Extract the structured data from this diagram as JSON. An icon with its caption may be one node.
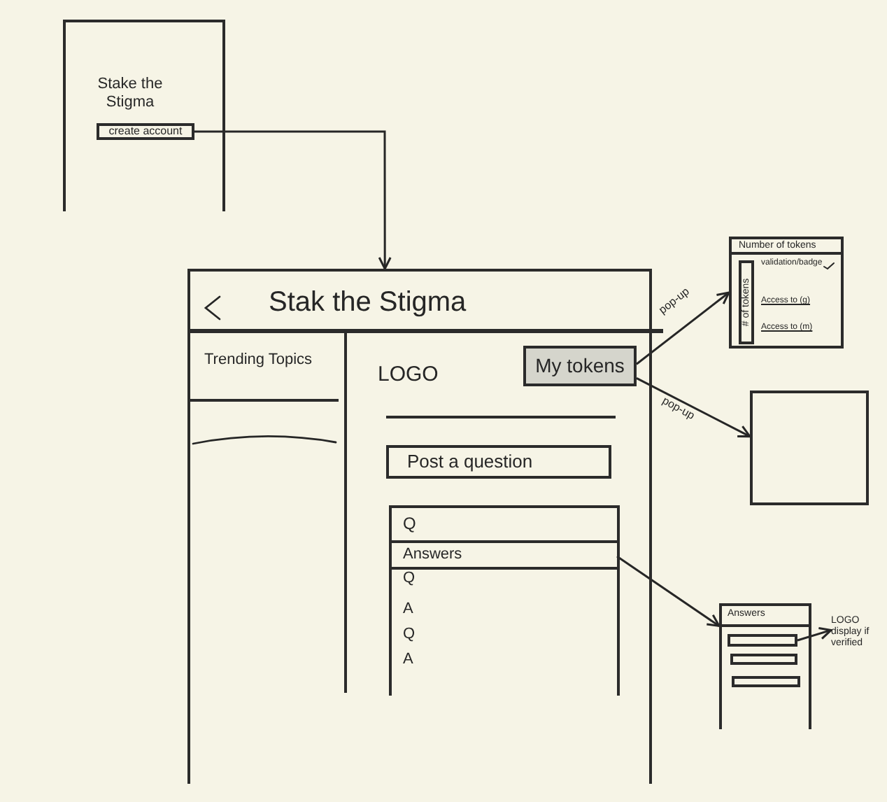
{
  "diagram": {
    "nodes": [
      {
        "text": [
          "Stake the Stigma"
        ]
      },
      {
        "text": [
          "create account"
        ],
        "in": 0
      },
      {
        "text": [
          "Stak the Stigma"
        ]
      },
      {
        "text": [
          "Trending Topics"
        ],
        "in": 2
      },
      {
        "text": [
          "My tokens"
        ],
        "in": 2
      },
      {
        "text": [
          "Post a question"
        ],
        "in": 2
      },
      {
        "text": [],
        "shape": "box",
        "in": 2
      },
      {
        "text": [
          "Q"
        ],
        "in": 6
      },
      {
        "text": [
          "Answers"
        ],
        "in": 6
      },
      {
        "text": [
          "Number of tokens"
        ]
      },
      {
        "text": [
          "# of tokens"
        ],
        "in": 9
      },
      {
        "text": [],
        "shape": "box"
      },
      {
        "text": [
          "Answers"
        ]
      },
      {
        "text": [],
        "shape": "box",
        "in": 12
      },
      {
        "text": [],
        "shape": "box",
        "in": 12
      },
      {
        "text": [],
        "shape": "box",
        "in": 12
      },
      {
        "text": [
          "LOGO display if verified"
        ]
      }
    ],
    "edges": [
      {
        "from": 1,
        "to": 2,
        "arrow": "to"
      },
      {
        "from": 4,
        "to": 9,
        "arrow": "to",
        "label": "pop-up"
      },
      {
        "from": 4,
        "to": 11,
        "arrow": "to",
        "label": "pop-up"
      },
      {
        "from": 8,
        "to": 12,
        "arrow": "to"
      },
      {
        "from": 13,
        "to": 16,
        "arrow": "to"
      }
    ],
    "labels": [
      "LOGO",
      "Q",
      "A",
      "Q",
      "A",
      "validation/badge",
      "Access to (g)",
      "Access to (m)"
    ]
  }
}
